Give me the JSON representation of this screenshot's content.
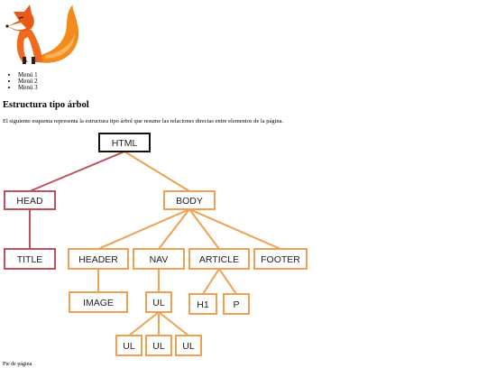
{
  "menu": {
    "items": [
      "Menú 1",
      "Menú 2",
      "Menú 3"
    ]
  },
  "content": {
    "heading": "Estructura tipo árbol",
    "paragraph": "El siguiente esquema representa la estructura tipo árbol que resume las relaciones directas entre elementos de la página."
  },
  "tree": {
    "nodes": {
      "html": "HTML",
      "head": "HEAD",
      "body": "BODY",
      "title": "TITLE",
      "header": "HEADER",
      "nav": "NAV",
      "article": "ARTICLE",
      "footer": "FOOTER",
      "image": "IMAGE",
      "ul": "UL",
      "h1": "H1",
      "p": "P",
      "ul_child_1": "UL",
      "ul_child_2": "UL",
      "ul_child_3": "UL"
    },
    "colors": {
      "root_border": "#111111",
      "head_branch": "#c0505a",
      "body_branch": "#f0a050"
    }
  },
  "footer": {
    "text": "Pie de página"
  }
}
